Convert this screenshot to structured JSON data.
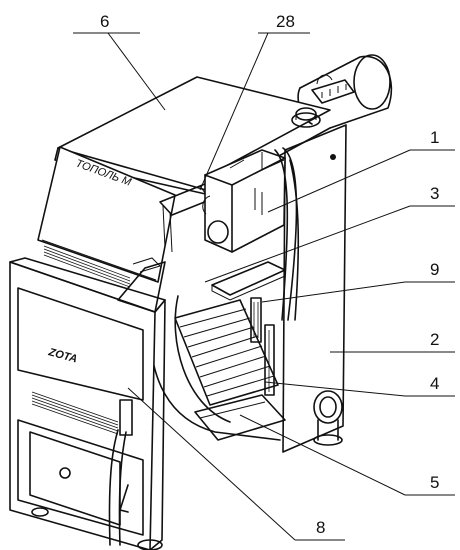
{
  "callouts": [
    "6",
    "28",
    "1",
    "3",
    "9",
    "2",
    "4",
    "5",
    "8"
  ],
  "brand_lid": "ТОПОЛЬ М",
  "brand_door": "ZOTA"
}
